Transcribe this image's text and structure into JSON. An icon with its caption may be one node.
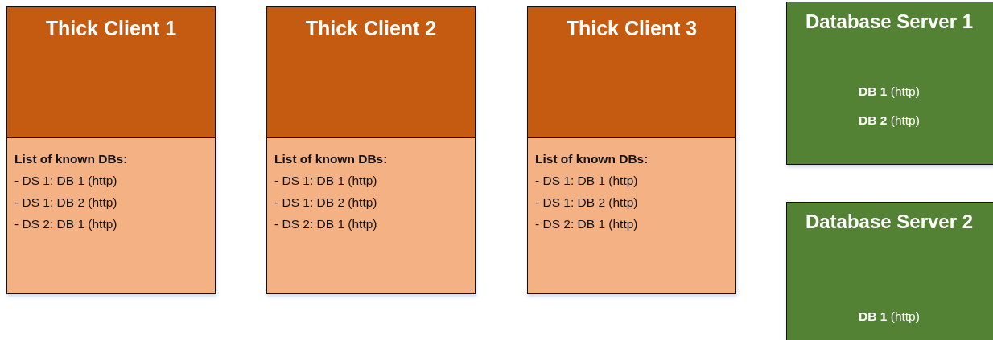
{
  "diagram": {
    "nodes": [
      {
        "text": [
          "Thick Client 1"
        ]
      },
      {
        "text": [
          "List of known DBs:",
          "- DS 1: DB 1 (http)",
          "- DS 1: DB 2 (http)",
          "- DS 2: DB 1 (http)"
        ],
        "in": 0
      },
      {
        "text": [
          "Thick Client 2"
        ]
      },
      {
        "text": [
          "List of known DBs:",
          "- DS 1: DB 1 (http)",
          "- DS 1: DB 2 (http)",
          "- DS 2: DB 1 (http)"
        ],
        "in": 2
      },
      {
        "text": [
          "Thick Client 3"
        ]
      },
      {
        "text": [
          "List of known DBs:",
          "- DS 1: DB 1 (http)",
          "- DS 1: DB 2 (http)",
          "- DS 2: DB 1 (http)"
        ],
        "in": 4
      },
      {
        "text": [
          "Database Server 1",
          "**DB 1** (http)",
          "**DB 2** (http)"
        ]
      },
      {
        "text": [
          "Database Server 2",
          "**DB 1** (http)"
        ]
      }
    ]
  }
}
